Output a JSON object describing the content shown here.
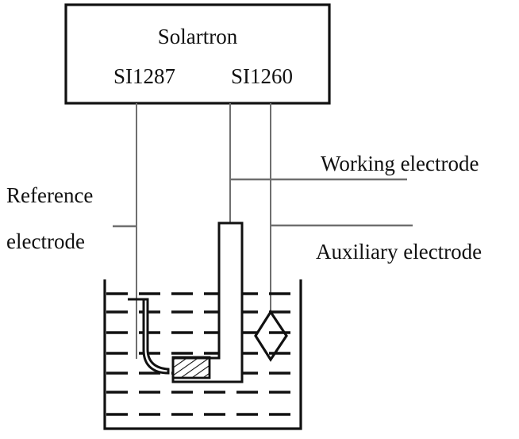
{
  "figure": {
    "kind": "electrochemical-test-cell-schematic",
    "background_color": "#ffffff",
    "line_color": "#111111",
    "wire_color": "#6f6f6f"
  },
  "instrument": {
    "title": "Solartron",
    "models": [
      {
        "id": "potentiostat",
        "label": "SI1287"
      },
      {
        "id": "frequency-response-analyzer",
        "label": "SI1260"
      }
    ]
  },
  "labels": {
    "reference_line1": "Reference",
    "reference_line2": "electrode",
    "working": "Working electrode",
    "auxiliary": "Auxiliary electrode"
  },
  "electrodes": [
    {
      "name": "reference-electrode",
      "label": "Reference electrode",
      "shape": "capillary-tube-curved-tip"
    },
    {
      "name": "working-electrode",
      "label": "Working electrode",
      "shape": "L-shaped-holder-with-hatched-specimen"
    },
    {
      "name": "auxiliary-electrode",
      "label": "Auxiliary electrode",
      "shape": "diamond-plate"
    }
  ],
  "cell": {
    "name": "beaker",
    "electrolyte": "dashed-fill",
    "liquid_line_count": 7
  },
  "wires": [
    {
      "name": "wire-reference",
      "from": "SI1287",
      "to": "reference-electrode"
    },
    {
      "name": "wire-working",
      "from": "SI1260",
      "to": "working-electrode"
    },
    {
      "name": "wire-auxiliary",
      "from": "SI1260",
      "to": "auxiliary-electrode"
    }
  ]
}
